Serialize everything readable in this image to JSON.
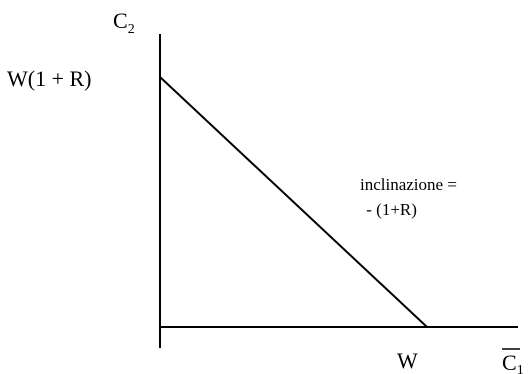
{
  "diagram": {
    "y_axis_label": "C",
    "y_axis_subscript": "2",
    "x_axis_label": "C",
    "x_axis_subscript": "1",
    "y_intercept_label": "W(1 + R)",
    "x_intercept_label": "W",
    "slope_label_line1": "inclinazione =",
    "slope_label_line2": " - (1+R)",
    "line_color": "#000000"
  }
}
